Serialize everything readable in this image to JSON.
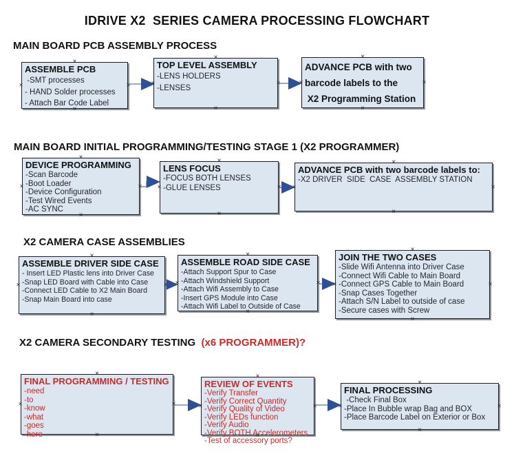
{
  "page": {
    "title": "IDRIVE X2  SERIES CAMERA PROCESSING FLOWCHART"
  },
  "palette": {
    "box_fill": "#dce6f1",
    "box_border": "#1c1c22",
    "box_shadow": "#8e959c",
    "arrow_line": "#92aacd",
    "arrow_head": "#2f4f96",
    "red_text": "#c92a28",
    "black_text": "#121212"
  },
  "icons": {
    "connection_point": "×"
  },
  "sections": [
    {
      "heading": "MAIN BOARD PCB ASSEMBLY PROCESS",
      "boxes": [
        {
          "title": "ASSEMBLE PCB",
          "items": [
            " -SMT processes",
            "- HAND Solder processes",
            "- Attach Bar Code Label"
          ]
        },
        {
          "title": "TOP LEVEL ASSEMBLY",
          "items": [
            "-LENS HOLDERS",
            "-LENSES"
          ]
        },
        {
          "title": "ADVANCE PCB with two\nbarcode labels to the\n X2 Programming Station",
          "items": []
        }
      ]
    },
    {
      "heading": "MAIN BOARD INITIAL PROGRAMMING/TESTING STAGE 1 (X2 PROGRAMMER)",
      "boxes": [
        {
          "title": "DEVICE PROGRAMMING",
          "items": [
            "-Scan Barcode",
            "-Boot Loader",
            "-Device Configuration",
            "-Test Wired Events",
            "-AC SYNC"
          ]
        },
        {
          "title": "LENS FOCUS",
          "items": [
            "-FOCUS BOTH LENSES",
            "-GLUE LENSES"
          ]
        },
        {
          "title": "ADVANCE PCB with two barcode labels to:",
          "items": [
            "-X2 DRIVER  SIDE  CASE  ASSEMBLY STATION"
          ]
        }
      ]
    },
    {
      "heading": "X2 CAMERA CASE ASSEMBLIES",
      "boxes": [
        {
          "title": "ASSEMBLE DRIVER SIDE CASE",
          "items": [
            "- Insert LED Plastic lens into Driver Case",
            "-Snap LED Board with Cable into Case",
            "-Connect LED Cable to X2 Main Board",
            "-Snap Main Board into case"
          ]
        },
        {
          "title": "ASSEMBLE ROAD SIDE CASE",
          "items": [
            "-Attach Support Spur to Case",
            "-Attach Windshield Support",
            "-Attach Wifi Assembly to Case",
            "-Insert GPS Module into Case",
            "-Attach Wifi Label to Outside of Case"
          ]
        },
        {
          "title": "JOIN THE TWO CASES",
          "items": [
            "-Slide Wifi Antenna into Driver Case",
            "-Connect Wifi Cable to Main Board",
            "-Connect GPS Cable to Main Board",
            "-Snap Cases Together",
            "-Attach S/N Label to outside of case",
            "-Secure cases with Screw"
          ]
        }
      ]
    },
    {
      "heading": "X2 CAMERA SECONDARY TESTING  ",
      "heading_red": "(x6 PROGRAMMER)?",
      "boxes": [
        {
          "title": "FINAL PROGRAMMING / TESTING",
          "items": [
            "-need",
            "-to",
            "-know",
            "-what",
            "-goes",
            "-here"
          ]
        },
        {
          "title": "REVIEW OF EVENTS",
          "items": [
            "-Verify Transfer",
            "-Verify Correct Quantity",
            "-Verify Quality of Video",
            "-Verify LEDs function",
            "-Verify Audio",
            "-Verify BOTH Accelerometers",
            "-Test of accessory ports?"
          ]
        },
        {
          "title": "FINAL PROCESSING",
          "items": [
            " -Check Final Box",
            "-Place In Bubble wrap Bag and BOX",
            "-Place Barcode Label on Exterior or Box"
          ]
        }
      ]
    }
  ]
}
